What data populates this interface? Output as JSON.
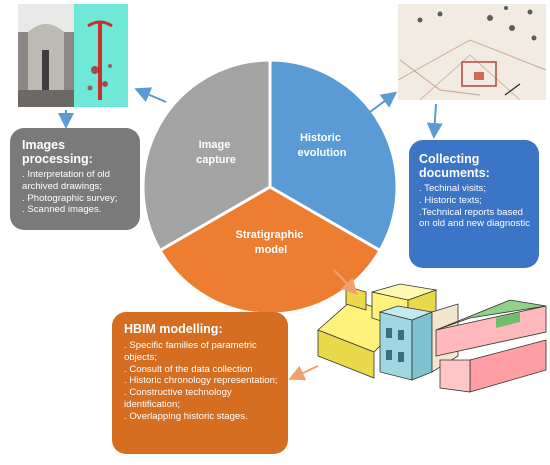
{
  "cycle": {
    "segments": [
      {
        "label_lines": [
          "Image",
          "capture"
        ],
        "color": "#a3a3a3"
      },
      {
        "label_lines": [
          "Historic",
          "evolution"
        ],
        "color": "#5b9bd5"
      },
      {
        "label_lines": [
          "Stratigraphic",
          "model"
        ],
        "color": "#ed7d31"
      }
    ]
  },
  "boxes": {
    "images": {
      "title": "Images processing:",
      "items": [
        ". Interpretation of old archived drawings;",
        ". Photographic survey;",
        ". Scanned images."
      ]
    },
    "docs": {
      "title": "Collecting documents:",
      "items": [
        ". Techinal visits;",
        ". Historic texts;",
        ".Technical reports based on old and new diagnostic"
      ]
    },
    "hbim": {
      "title": "HBIM modelling:",
      "items": [
        ". Specific families of parametric objects;",
        ". Consult of the data collection",
        ". Historic chronology representation;",
        ". Constructive technology identification;",
        ". Overlapping historic stages."
      ]
    }
  },
  "colors": {
    "gray_box": "#7a7a7a",
    "blue_box": "#3c74c6",
    "orange_box": "#d56e21",
    "arrow_gray": "#8a8a8a",
    "arrow_blue": "#5b9bd5",
    "arrow_orange": "#f0a070"
  }
}
